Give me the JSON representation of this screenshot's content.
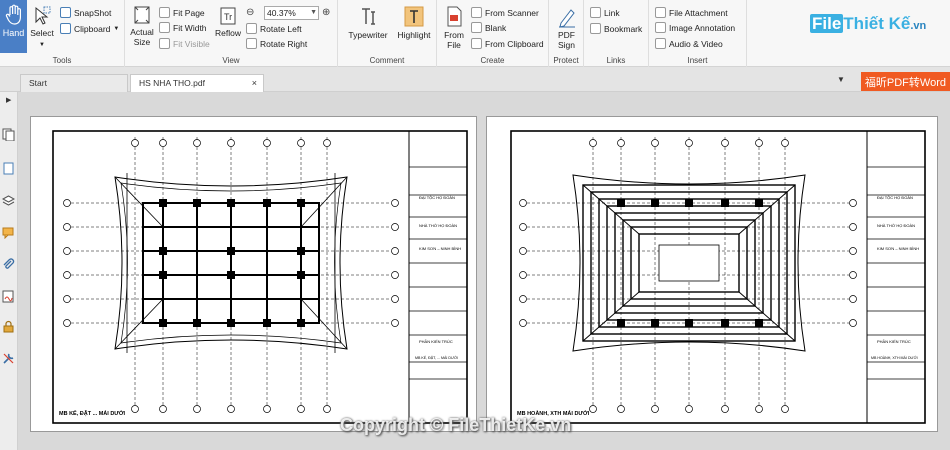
{
  "ribbon": {
    "hand_label": "Hand",
    "select_label": "Select",
    "snapshot_label": "SnapShot",
    "clipboard_label": "Clipboard",
    "tools_group": "Tools",
    "actual_size_label": "Actual Size",
    "fit_page_label": "Fit Page",
    "fit_width_label": "Fit Width",
    "fit_visible_label": "Fit Visible",
    "reflow_label": "Reflow",
    "zoom_value": "40.37%",
    "rotate_left_label": "Rotate Left",
    "rotate_right_label": "Rotate Right",
    "view_group": "View",
    "typewriter_label": "Typewriter",
    "highlight_label": "Highlight",
    "comment_group": "Comment",
    "from_file_label": "From File",
    "from_scanner_label": "From Scanner",
    "blank_label": "Blank",
    "from_clipboard_label": "From Clipboard",
    "create_group": "Create",
    "pdf_sign_label": "PDF Sign",
    "protect_group": "Protect",
    "link_label": "Link",
    "bookmark_label": "Bookmark",
    "links_group": "Links",
    "file_attachment_label": "File Attachment",
    "image_annotation_label": "Image Annotation",
    "audio_video_label": "Audio & Video",
    "insert_group": "Insert"
  },
  "logo": {
    "mark": "File",
    "text": "Thiết Kế",
    "suffix": ".vn"
  },
  "tabs": [
    {
      "label": "Start"
    },
    {
      "label": "HS NHA THO.pdf"
    }
  ],
  "tab_close": "×",
  "promo": "福昕PDF转Word",
  "drawings": [
    {
      "title_block": [
        "ĐẠI TỘC HỌ ĐOÀN",
        "NHÀ THỜ HỌ ĐOÀN",
        "KIM SƠN – NINH BÌNH",
        "PHẦN KIẾN TRÚC",
        "MB KẾ, ĐẶT, ... MÁI DƯỚI"
      ],
      "caption": "MB KẾ, ĐẶT ... MÁI DƯỚI"
    },
    {
      "title_block": [
        "ĐẠI TỘC HỌ ĐOÀN",
        "NHÀ THỜ HỌ ĐOÀN",
        "KIM SƠN – NINH BÌNH",
        "PHẦN KIẾN TRÚC",
        "MB HOÀNH, XTH MÁI DƯỚI"
      ],
      "caption": "MB HOÀNH, XTH MÁI DƯỚI"
    }
  ],
  "watermark": "Copyright © FileThietKe.vn"
}
